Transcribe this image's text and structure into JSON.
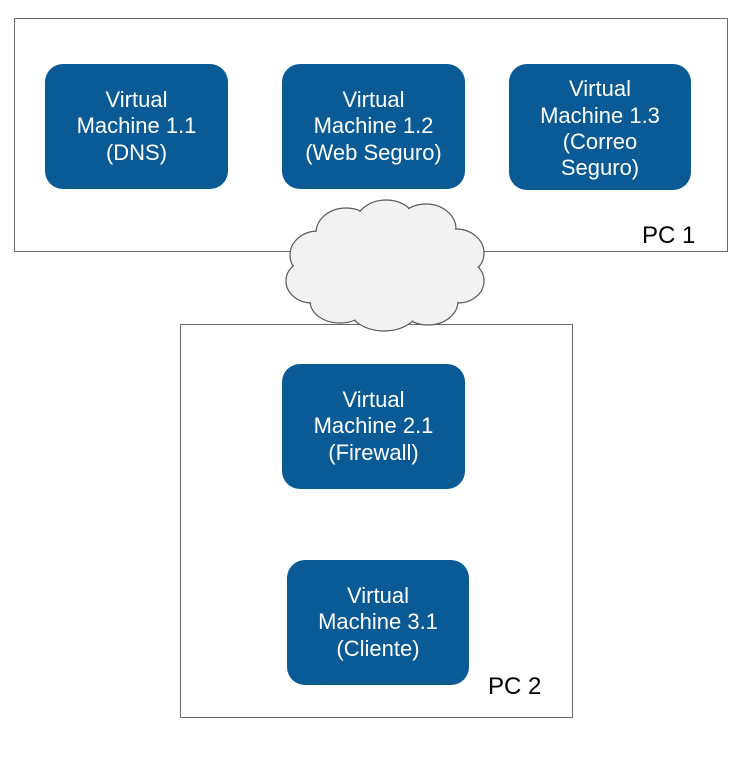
{
  "pc1": {
    "label": "PC 1"
  },
  "pc2": {
    "label": "PC 2"
  },
  "vms": [
    {
      "lines": [
        "Virtual",
        "Machine 1.1",
        "(DNS)"
      ]
    },
    {
      "lines": [
        "Virtual",
        "Machine 1.2",
        "(Web Seguro)"
      ]
    },
    {
      "lines": [
        "Virtual",
        "Machine 1.3",
        "(Correo",
        "Seguro)"
      ]
    },
    {
      "lines": [
        "Virtual",
        "Machine 2.1",
        "(Firewall)"
      ]
    },
    {
      "lines": [
        "Virtual",
        "Machine 3.1",
        "(Cliente)"
      ]
    }
  ],
  "colors": {
    "vm_fill": "#0a5a96",
    "vm_text": "#ffffff",
    "cloud_fill": "#f2f2f2",
    "cloud_stroke": "#595959",
    "box_border": "#6b6b6b"
  },
  "icons": {
    "network": "cloud-icon"
  }
}
